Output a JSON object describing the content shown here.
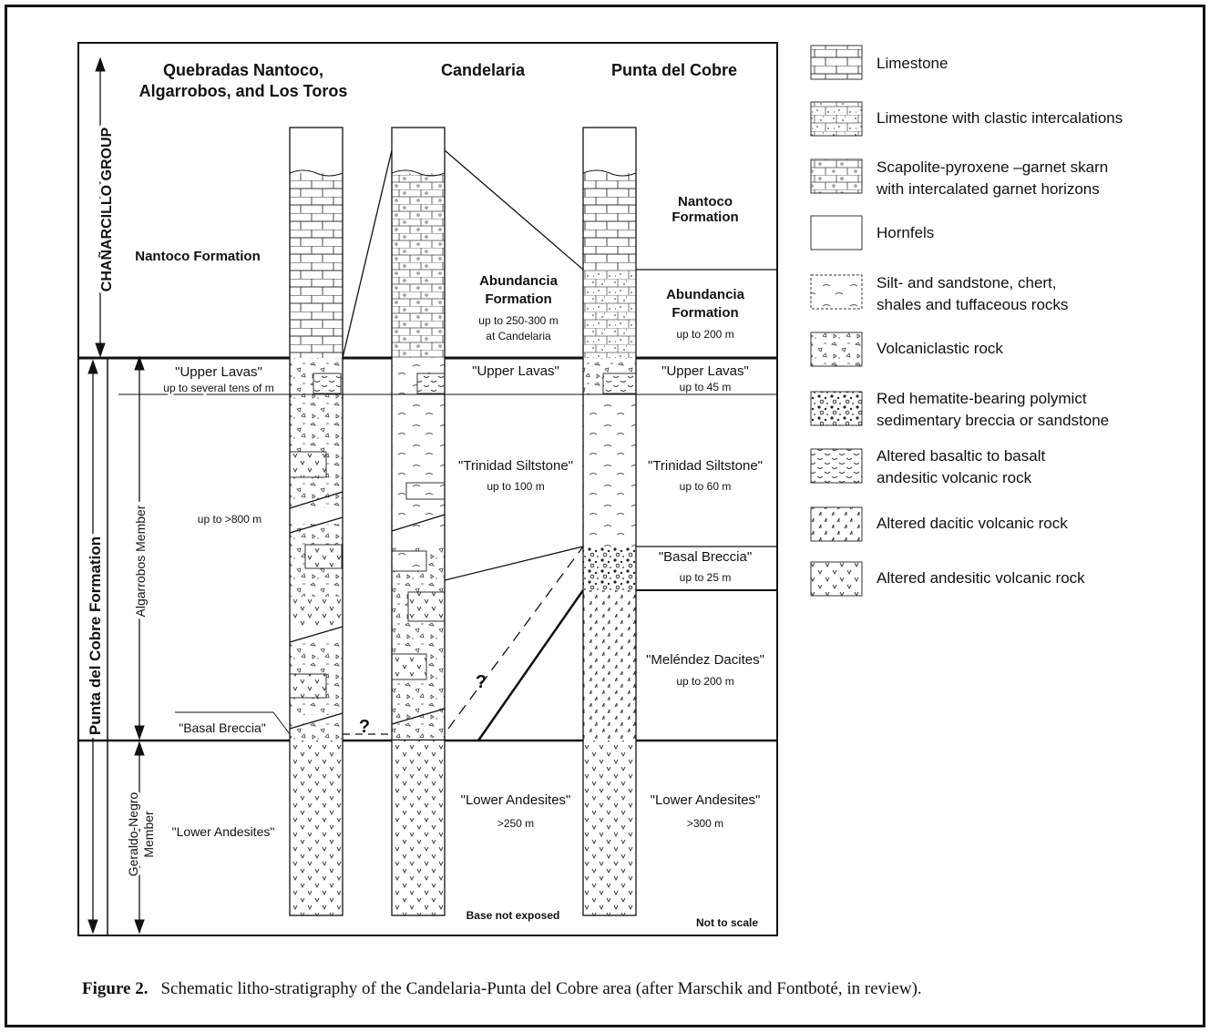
{
  "columns": {
    "left": {
      "header_line1": "Quebradas Nantoco,",
      "header_line2": "Algarrobos, and Los Toros"
    },
    "middle": {
      "header": "Candelaria"
    },
    "right": {
      "header": "Punta del Cobre"
    }
  },
  "side_labels": {
    "group": "CHAÑARCILLO GROUP",
    "formation": "Punta del Cobre Formation",
    "member_upper": "Algarrobos Member",
    "member_lower_line1": "Geraldo-Negro",
    "member_lower_line2": "Member"
  },
  "left_labels": {
    "nantoco": "Nantoco Formation",
    "upper_lavas": "\"Upper Lavas\"",
    "upper_lavas_thick": "up to several tens of m",
    "algarrobos_thick": "up to >800 m",
    "basal_breccia": "\"Basal Breccia\"",
    "lower_andesites": "\"Lower Andesites\""
  },
  "middle_labels": {
    "abundancia_line1": "Abundancia",
    "abundancia_line2": "Formation",
    "abundancia_thick1": "up to 250-300 m",
    "abundancia_thick2": "at Candelaria",
    "upper_lavas": "\"Upper Lavas\"",
    "trinidad": "\"Trinidad Siltstone\"",
    "trinidad_thick": "up to 100 m",
    "lower_andesites": "\"Lower Andesites\"",
    "lower_thick": ">250 m",
    "base_note": "Base not exposed"
  },
  "right_labels": {
    "nantoco_line1": "Nantoco",
    "nantoco_line2": "Formation",
    "abundancia_line1": "Abundancia",
    "abundancia_line2": "Formation",
    "abundancia_thick": "up to 200 m",
    "upper_lavas": "\"Upper Lavas\"",
    "upper_lavas_thick": "up to 45 m",
    "trinidad": "\"Trinidad Siltstone\"",
    "trinidad_thick": "up to 60 m",
    "basal_breccia": "\"Basal Breccia\"",
    "basal_thick": "up to 25 m",
    "melendez": "\"Meléndez Dacites\"",
    "melendez_thick": "up to 200 m",
    "lower_andesites": "\"Lower Andesites\"",
    "lower_thick": ">300 m",
    "scale_note": "Not to scale"
  },
  "unknown_mark": "?",
  "legend": [
    {
      "pattern": "limestone",
      "label1": "Limestone",
      "label2": ""
    },
    {
      "pattern": "limestone-clastic",
      "label1": "Limestone with clastic intercalations",
      "label2": ""
    },
    {
      "pattern": "skarn",
      "label1": "Scapolite-pyroxene –garnet skarn",
      "label2": "with intercalated garnet horizons"
    },
    {
      "pattern": "hornfels",
      "label1": "Hornfels",
      "label2": ""
    },
    {
      "pattern": "silt",
      "label1": "Silt- and sandstone, chert,",
      "label2": "shales and tuffaceous rocks"
    },
    {
      "pattern": "volcaniclastic",
      "label1": "Volcaniclastic rock",
      "label2": ""
    },
    {
      "pattern": "breccia",
      "label1": "Red hematite-bearing polymict",
      "label2": "sedimentary breccia or sandstone"
    },
    {
      "pattern": "basaltic",
      "label1": "Altered basaltic to basalt",
      "label2": "andesitic volcanic rock"
    },
    {
      "pattern": "dacitic",
      "label1": "Altered dacitic volcanic rock",
      "label2": ""
    },
    {
      "pattern": "andesitic",
      "label1": "Altered andesitic volcanic rock",
      "label2": ""
    }
  ],
  "caption": {
    "figure": "Figure 2.",
    "text": "Schematic litho-stratigraphy of the Candelaria-Punta del Cobre area (after Marschik and Fontboté, in review)."
  }
}
